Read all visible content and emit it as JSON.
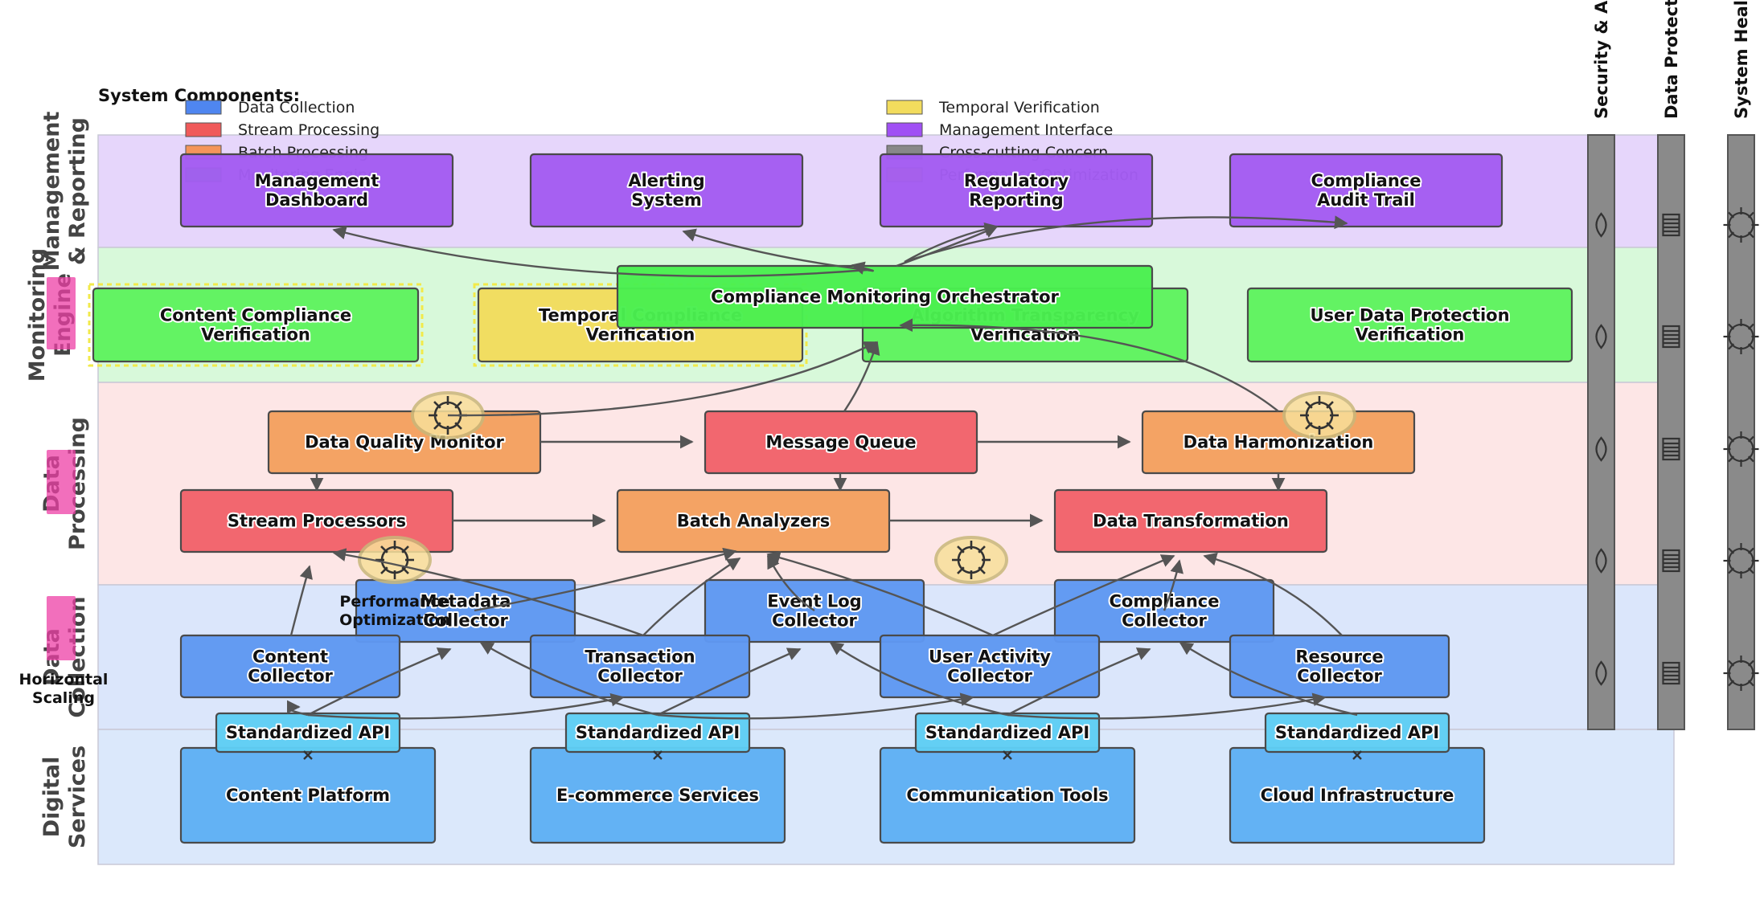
{
  "legend": {
    "title": "System Components:",
    "items": [
      {
        "label": "Data Collection",
        "color": "#4f86f0"
      },
      {
        "label": "Stream Processing",
        "color": "#f05a5a"
      },
      {
        "label": "Batch Processing",
        "color": "#f4955a"
      },
      {
        "label": "Monitoring Engine",
        "color": "#4ee85a"
      },
      {
        "label": "Temporal Verification",
        "color": "#f2dc5d"
      },
      {
        "label": "Management Interface",
        "color": "#a050f4"
      },
      {
        "label": "Cross-cutting Concern",
        "color": "#888888"
      },
      {
        "label": "Performance Optimization",
        "color": "#e6c84a"
      }
    ]
  },
  "layers": [
    {
      "id": "mgmt",
      "label": "Management & Reporting",
      "color": "#e6d6fb"
    },
    {
      "id": "mon",
      "label": "Monitoring Engine",
      "color": "#d8f9da"
    },
    {
      "id": "proc",
      "label": "Data Processing",
      "color": "#fde6e6"
    },
    {
      "id": "coll",
      "label": "Data Collection",
      "color": "#dbe6fb"
    },
    {
      "id": "svc",
      "label": "Digital Services",
      "color": "#dbe8fb"
    }
  ],
  "cross_cutting": [
    {
      "label": "Security & A",
      "icon": "lock-icon"
    },
    {
      "label": "Data Protect",
      "icon": "document-icon"
    },
    {
      "label": "System Heal",
      "icon": "gear-icon"
    }
  ],
  "nodes": {
    "mgmt_dashboard": "Management\nDashboard",
    "alerting": "Alerting\nSystem",
    "regulatory": "Regulatory\nReporting",
    "audit": "Compliance\nAudit Trail",
    "content_ver": "Content Compliance\nVerification",
    "temporal_ver": "Temporal Compliance\nVerification",
    "orchestrator": "Compliance Monitoring Orchestrator",
    "algo_ver": "Algorithm Transparency\nVerification",
    "user_ver": "User Data Protection\nVerification",
    "dq_monitor": "Data Quality Monitor",
    "mq": "Message Queue",
    "harmonization": "Data Harmonization",
    "stream_proc": "Stream Processors",
    "batch": "Batch Analyzers",
    "transform": "Data Transformation",
    "metadata": "Metadata\nCollector",
    "eventlog": "Event Log\nCollector",
    "compliance_coll": "Compliance\nCollector",
    "content_coll": "Content\nCollector",
    "transaction_coll": "Transaction\nCollector",
    "user_coll": "User Activity\nCollector",
    "resource_coll": "Resource\nCollector",
    "api1": "Standardized API",
    "api2": "Standardized API",
    "api3": "Standardized API",
    "api4": "Standardized API",
    "content_platform": "Content Platform",
    "ecommerce": "E-commerce Services",
    "comm_tools": "Communication Tools",
    "cloud": "Cloud Infrastructure"
  },
  "annotations": {
    "perf": "Performance\nOptimization",
    "scaling": "Horizontal\nScaling"
  }
}
